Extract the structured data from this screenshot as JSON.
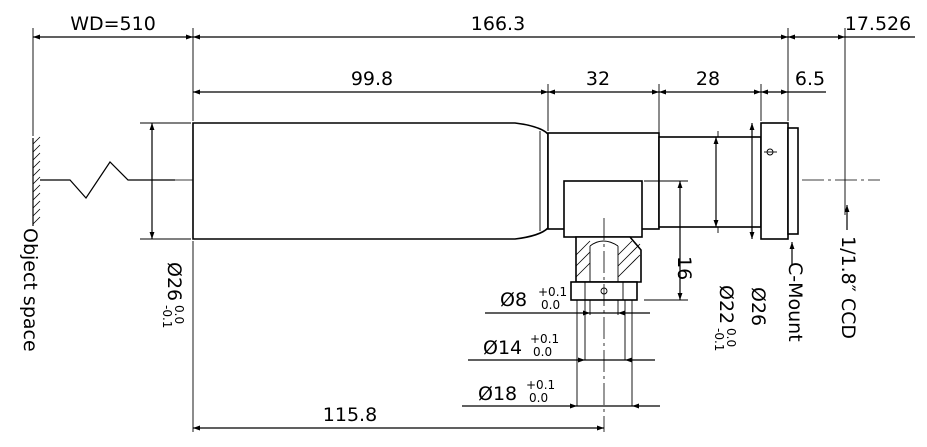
{
  "dimensions": {
    "working_distance": "WD=510",
    "total_length": "166.3",
    "back_focal": "17.526",
    "barrel_length": "99.8",
    "section_32": "32",
    "section_28": "28",
    "mount_length": "6.5",
    "port_offset": "115.8",
    "port_height": "16",
    "barrel_dia": "Ø26",
    "barrel_dia_tol_upper": "0.0",
    "barrel_dia_tol_lower": "-0.1",
    "hole_dia_8": "Ø8",
    "hole_dia_14": "Ø14",
    "hole_dia_18": "Ø18",
    "hole_tol_upper": "+0.1",
    "hole_tol_lower": "0.0",
    "body_dia_22": "Ø22",
    "body_dia_22_tol_upper": "0.0",
    "body_dia_22_tol_lower": "-0.1",
    "mount_dia": "Ø26"
  },
  "labels": {
    "object_space": "Object space",
    "c_mount": "C-Mount",
    "sensor": "1/1.8″  CCD"
  }
}
